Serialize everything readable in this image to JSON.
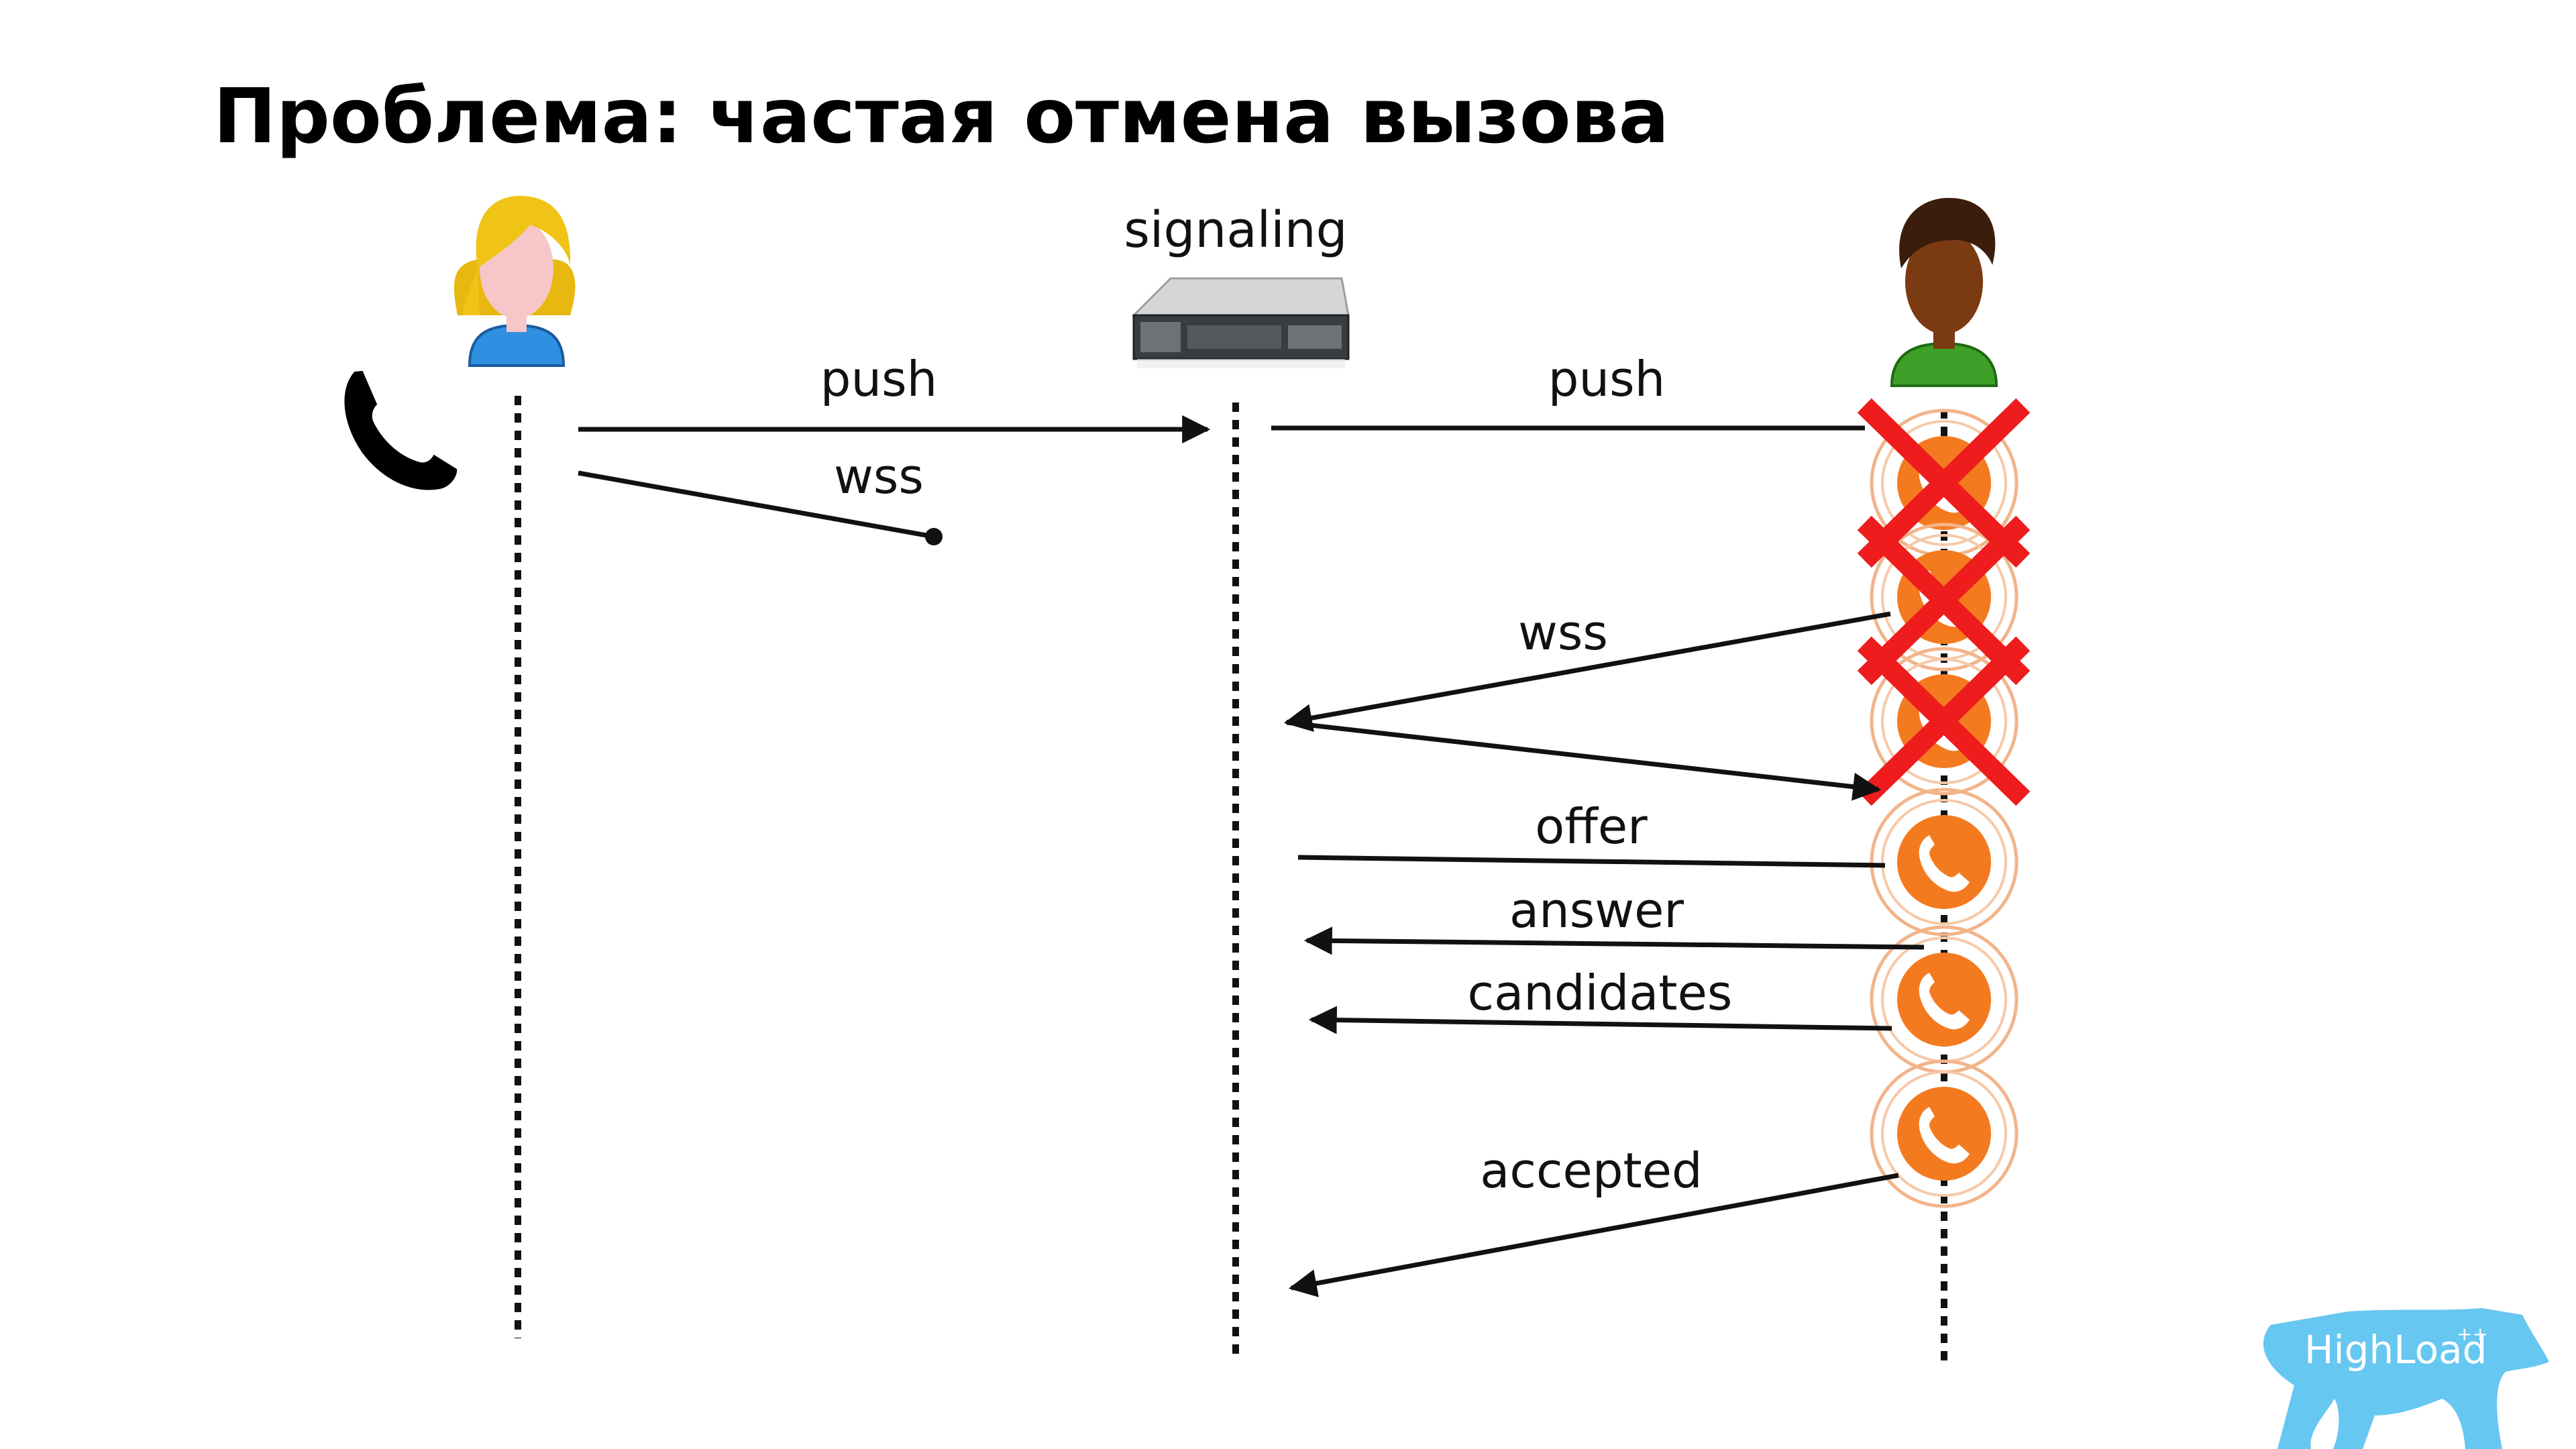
{
  "slide": {
    "title": "Проблема: частая отмена вызова",
    "logo_text": "HighLoad",
    "logo_sup": "++"
  },
  "actors": {
    "caller": {
      "icon": "woman-avatar-icon"
    },
    "server": {
      "label": "signaling",
      "icon": "server-rack-icon"
    },
    "callee": {
      "icon": "man-avatar-icon"
    }
  },
  "messages": {
    "push_caller": "push",
    "wss_caller": "wss",
    "push_callee": "push",
    "wss_callee": "wss",
    "offer": "offer",
    "answer": "answer",
    "candidates": "candidates",
    "accepted": "accepted"
  },
  "colors": {
    "orange": "#f47a20",
    "cross": "#ee1c1c",
    "bear": "#66c7f0",
    "line": "#111111"
  }
}
